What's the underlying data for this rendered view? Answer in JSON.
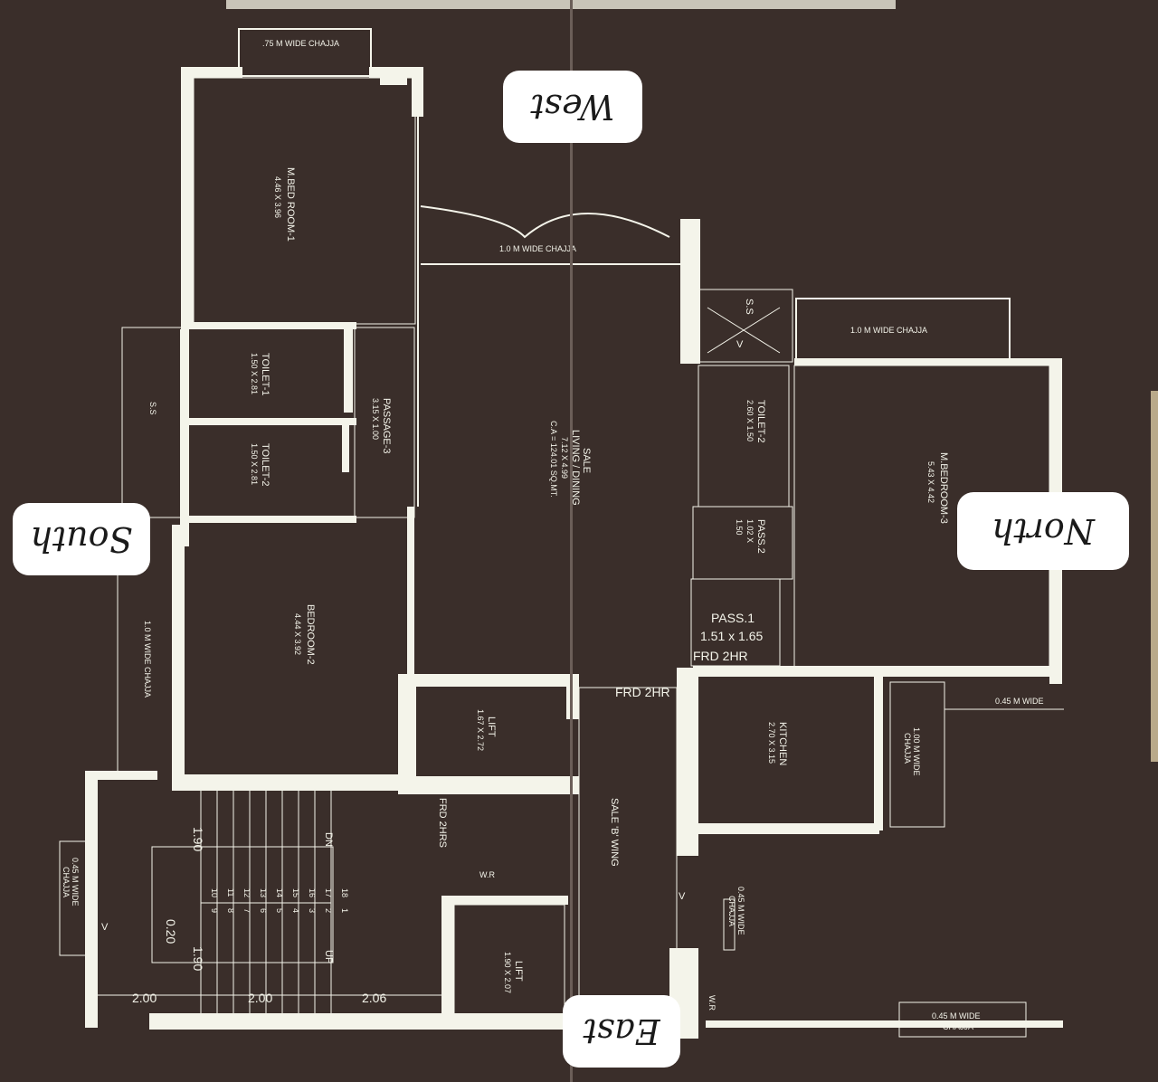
{
  "compass": {
    "west": "West",
    "south": "South",
    "north": "North",
    "east": "East"
  },
  "rooms": {
    "mbed1": {
      "name": "M.BED ROOM-1",
      "size": "4.46 X 3.96"
    },
    "toilet1": {
      "name": "TOILET-1",
      "size": "1.50 X 2.81"
    },
    "toilet2_left": {
      "name": "TOILET-2",
      "size": "1.50 X 2.81"
    },
    "passage3": {
      "name": "PASSAGE-3",
      "size": "3.15 X 1.00"
    },
    "bedroom2": {
      "name": "BEDROOM-2",
      "size": "4.44 X 3.92"
    },
    "sale_living": {
      "name": "SALE",
      "sub": "LIVING / DINING",
      "size": "7.12 X 4.99",
      "area": "C.A = 124.01 SQ.MT."
    },
    "lift1": {
      "name": "LIFT",
      "size": "1.67 X 2.72"
    },
    "lift2": {
      "name": "LIFT",
      "size": "1.90 X 2.07"
    },
    "toilet2_right": {
      "name": "TOILET-2",
      "size": "2.60 X 1.50"
    },
    "pass2": {
      "name": "PASS.2",
      "size1": "1.02 X",
      "size2": "1.50"
    },
    "pass1": {
      "name": "PASS.1",
      "size": "1.51 x 1.65"
    },
    "mbed3": {
      "name": "M.BEDROOM-3",
      "size": "5.43 X 4.42"
    },
    "kitchen": {
      "name": "KITCHEN",
      "size": "2.70 X 3.15"
    },
    "sale_b_wing": {
      "name": "SALE 'B' WING"
    }
  },
  "labels": {
    "chajja_top": ".75 M WIDE CHAJJA",
    "chajja_mid": "1.0 M WIDE CHAJJA",
    "chajja_right": "1.0 M WIDE CHAJJA",
    "chajja_left": "1.0 M WIDE CHAJJA",
    "wide_045_right": "0.45 M WIDE",
    "chajja_100_kitchen_1": "1.00 M WIDE",
    "chajja_100_kitchen_2": "CHAJJA",
    "chajja_045_left_1": "0.45 M WIDE",
    "chajja_045_left_2": "CHAJJA",
    "chajja_045_mid_1": "0.45 M WIDE",
    "chajja_045_mid_2": "CHAJJA",
    "chajja_045_bottom_1": "0.45 M WIDE",
    "chajja_045_bottom_2": "CHAJJA",
    "ss_left": "S.S",
    "ss_top": "S.S",
    "frd_2hr_pass": "FRD 2HR",
    "frd_2hr_lobby": "FRD 2HR",
    "frd_2hrs": "FRD 2HRS",
    "wr1": "W.R",
    "wr2": "W.R",
    "dn": "DN",
    "up": "UP",
    "dim_190_a": "1.90",
    "dim_190_b": "1.90",
    "dim_020": "0.20",
    "dim_200_a": "2.00",
    "dim_200_b": "2.00",
    "dim_206": "2.06",
    "v1": "V",
    "v2": "V",
    "v3": "V"
  },
  "stairs": {
    "upper": [
      "18",
      "17",
      "16",
      "15",
      "14",
      "13",
      "12",
      "11",
      "10"
    ],
    "lower": [
      "1",
      "2",
      "3",
      "4",
      "5",
      "6",
      "7",
      "8",
      "9"
    ]
  }
}
